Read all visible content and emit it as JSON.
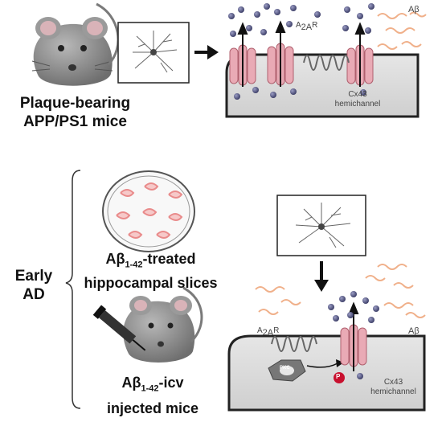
{
  "top": {
    "group_label": [
      "Plaque-bearing",
      "APP/PS1 mice"
    ],
    "receptor_label": "A",
    "receptor_sub": "2A",
    "receptor_suffix": "R",
    "beta_label": "Aβ",
    "channel_label": [
      "Cx43",
      "hemichannel"
    ]
  },
  "bottom": {
    "group_label": [
      "Early",
      "AD"
    ],
    "slices_label_prefix": "Aβ",
    "slices_label_sub": "1-42",
    "slices_label_suffix": "-treated",
    "slices_label_line2": "hippocampal slices",
    "icv_label_prefix": "Aβ",
    "icv_label_sub": "1-42",
    "icv_label_suffix": "-icv",
    "icv_label_line2": "injected mice",
    "receptor_label": "A",
    "receptor_sub": "2A",
    "receptor_suffix": "R",
    "beta_label": "Aβ",
    "channel_label": [
      "Cx43",
      "hemichannel"
    ],
    "kinase_label": "PKC",
    "phospho_label": "P"
  },
  "colors": {
    "channel": "#e9aab5",
    "channel_stroke": "#b0606e",
    "atp": "#5b5d82",
    "cell": "#d8d8d8",
    "mouse": "#8a8a8a",
    "fibril": "#f0b08a",
    "phospho": "#c8102e"
  }
}
